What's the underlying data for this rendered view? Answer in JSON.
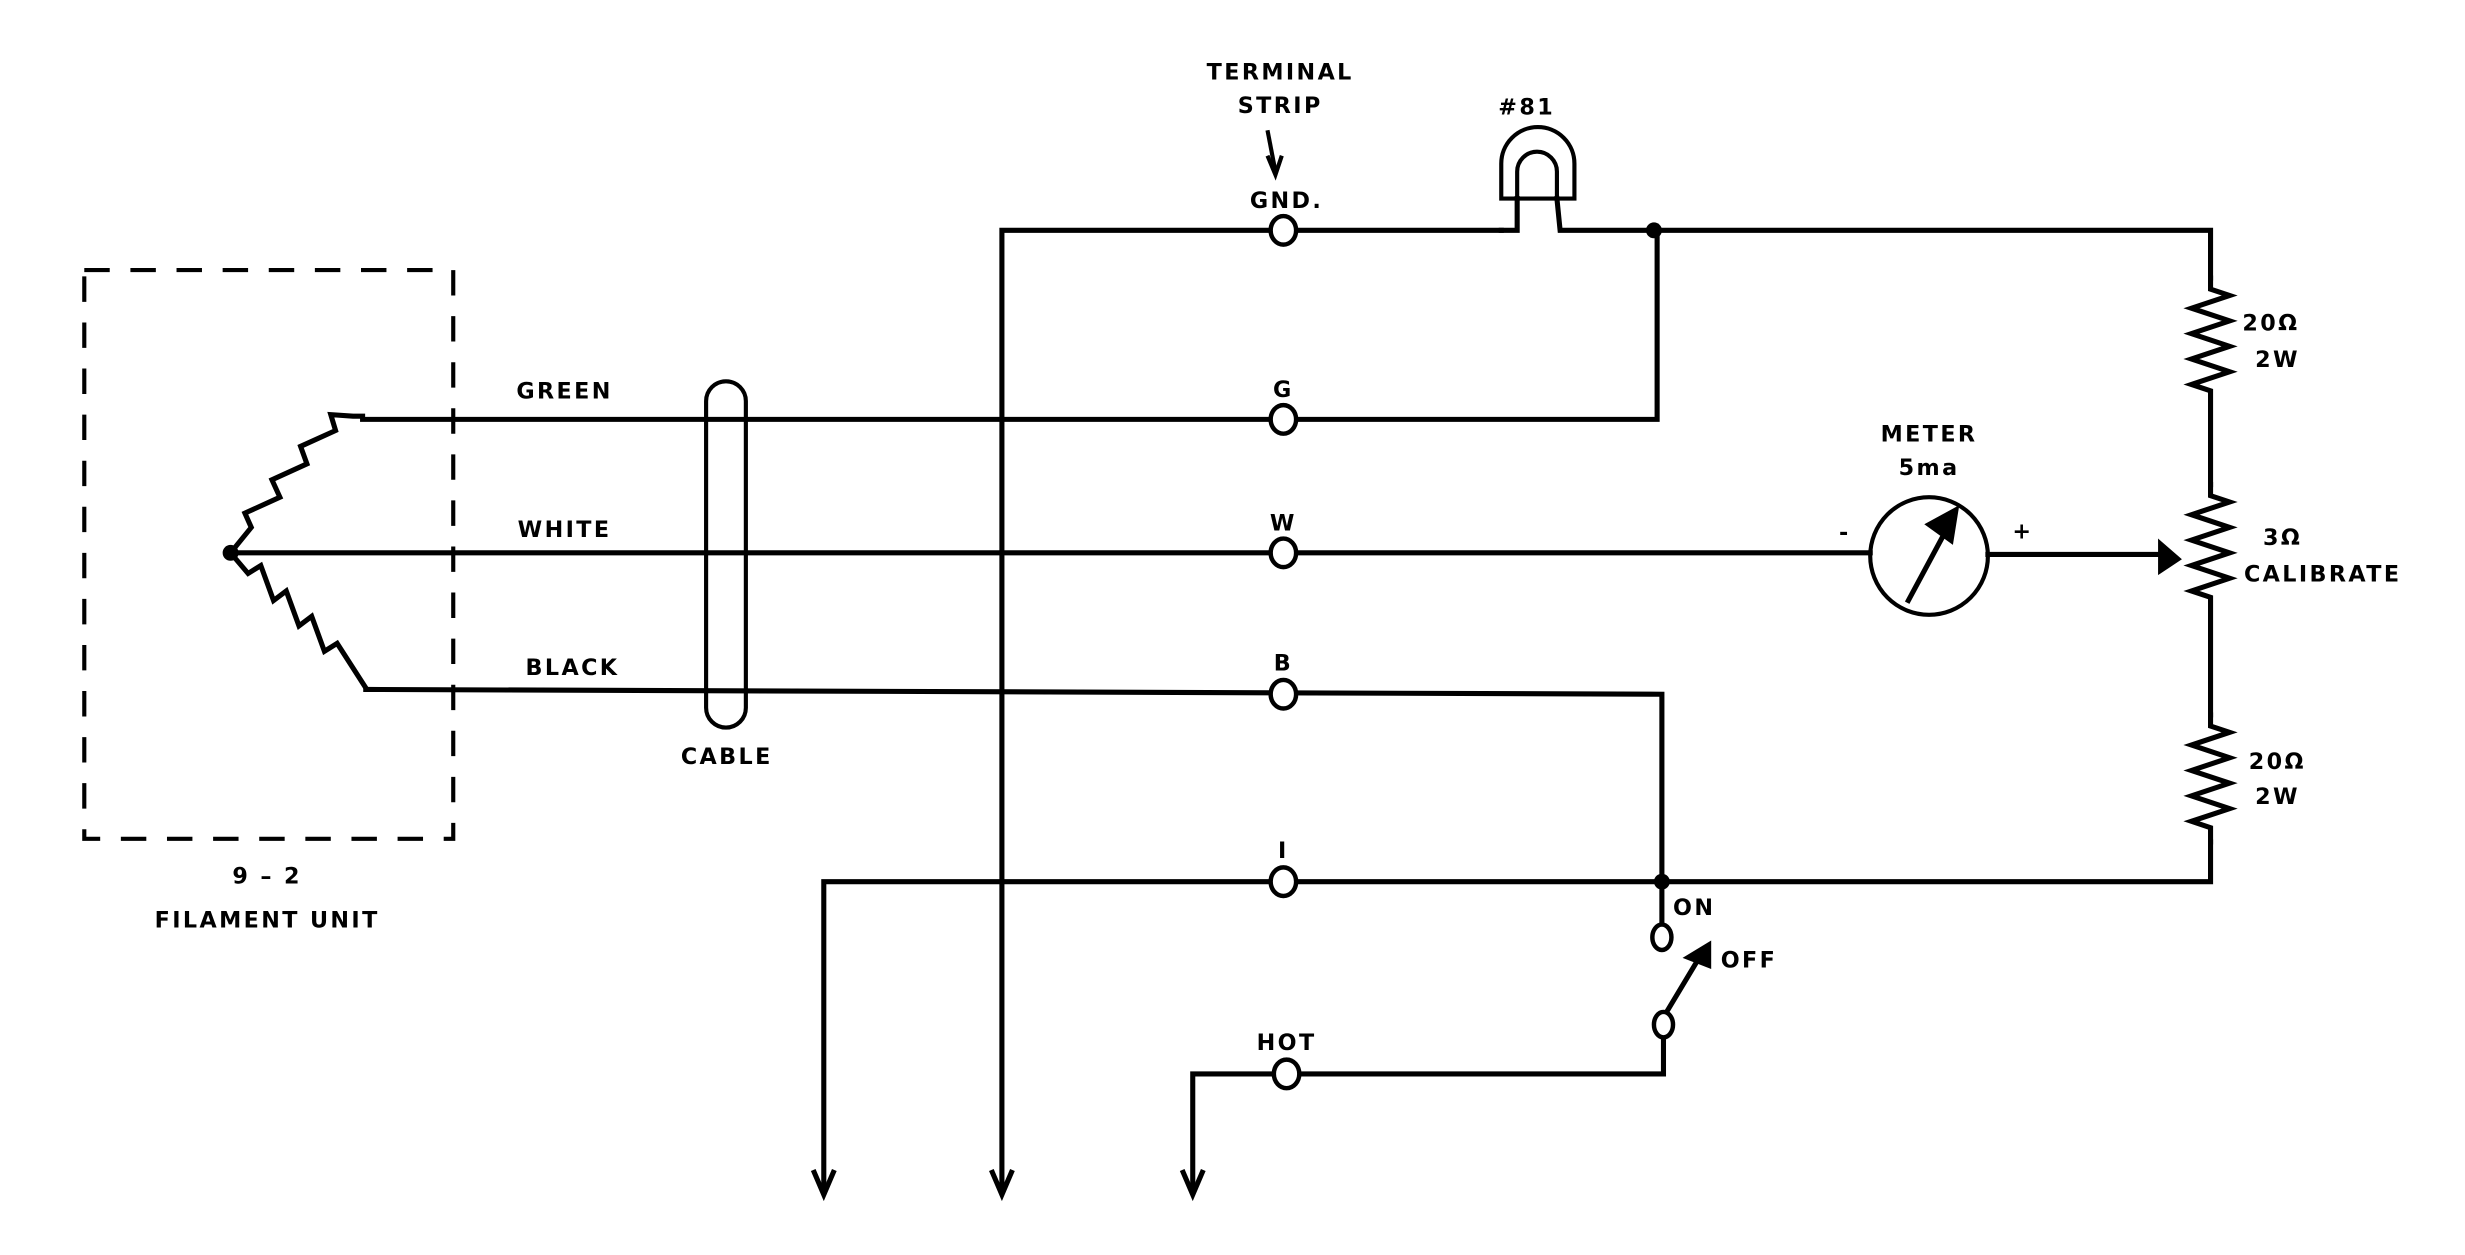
{
  "diagram": {
    "type": "wiring-schematic",
    "colors": {
      "ink": "#000000",
      "paper": "#ffffff"
    },
    "filament_unit": {
      "line1": "9 – 2",
      "line2": "FILAMENT UNIT"
    },
    "wires": {
      "green": "GREEN",
      "white": "WHITE",
      "black": "BLACK"
    },
    "cable_label": "CABLE",
    "terminal_strip": {
      "title_line1": "TERMINAL",
      "title_line2": "STRIP",
      "terminals": [
        "GND.",
        "G",
        "W",
        "B",
        "I",
        "HOT"
      ]
    },
    "lamp": {
      "label": "#81"
    },
    "meter": {
      "line1": "METER",
      "line2": "5ma",
      "minus": "-",
      "plus": "+"
    },
    "resistors": [
      {
        "value": "20Ω",
        "rating": "2W"
      },
      {
        "value": "3Ω",
        "rating": "CALIBRATE"
      },
      {
        "value": "20Ω",
        "rating": "2W"
      }
    ],
    "switch": {
      "on": "ON",
      "off": "OFF"
    }
  }
}
